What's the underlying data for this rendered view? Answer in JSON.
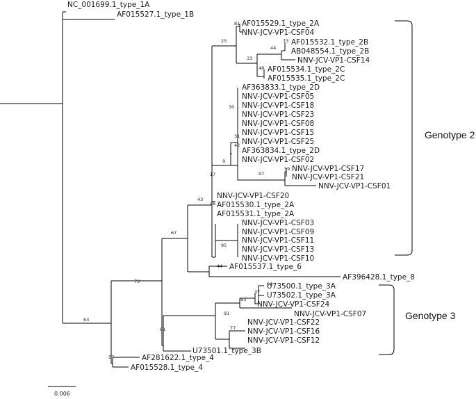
{
  "tree": {
    "leaves": [
      "NC_001699.1_type_1A",
      "AF015527.1_type_1B",
      "AF015529.1_type_2A",
      "NNV-JCV-VP1-CSF04",
      "AF015532.1_type_2B",
      "AB048554.1_type_2B",
      "NNV-JCV-VP1-CSF14",
      "AF015534.1_type_2C",
      "AF015535.1_type_2C",
      "AF363833.1_type_2D",
      "NNV-JCV-VP1-CSF05",
      "NNV-JCV-VP1-CSF18",
      "NNV-JCV-VP1-CSF23",
      "NNV-JCV-VP1-CSF08",
      "NNV-JCV-VP1-CSF15",
      "NNV-JCV-VP1-CSF25",
      "AF363834.1_type_2D",
      "NNV-JCV-VP1-CSF02",
      "NNV-JCV-VP1-CSF17",
      "NNV-JCV-VP1-CSF21",
      "NNV-JCV-VP1-CSF01",
      "NNV-JCV-VP1-CSF20",
      "AF015530.1_type_2A",
      "AF015531.1_type_2A",
      "NNV-JCV-VP1-CSF03",
      "NNV-JCV-VP1-CSF09",
      "NNV-JCV-VP1-CSF11",
      "NNV-JCV-VP1-CSF13",
      "NNV-JCV-VP1-CSF10",
      "AF015537.1_type_6",
      "AF396428.1_type_8",
      "U73500.1_type_3A",
      "U73502.1_type_3A",
      "NNV-JCV-VP1-CSF24",
      "NNV-JCV-VP1-CSF07",
      "NNV-JCV-VP1-CSF22",
      "NNV-JCV-VP1-CSF16",
      "NNV-JCV-VP1-CSF12",
      "U73501.1_type_3B",
      "AF281622.1_type_4",
      "AF015528.1_type_4"
    ],
    "bootstrap": [
      "81",
      "25",
      "73",
      "44",
      "33",
      "48",
      "30",
      "31",
      "42",
      "7",
      "9",
      "59",
      "97",
      "17",
      "43",
      "46",
      "95",
      "67",
      "44",
      "96",
      "37",
      "83",
      "91",
      "77",
      "61",
      "73",
      "63",
      "57"
    ],
    "genotypes": [
      "Genotype 2",
      "Genotype 3"
    ],
    "scale_bar_label": "0.006"
  }
}
